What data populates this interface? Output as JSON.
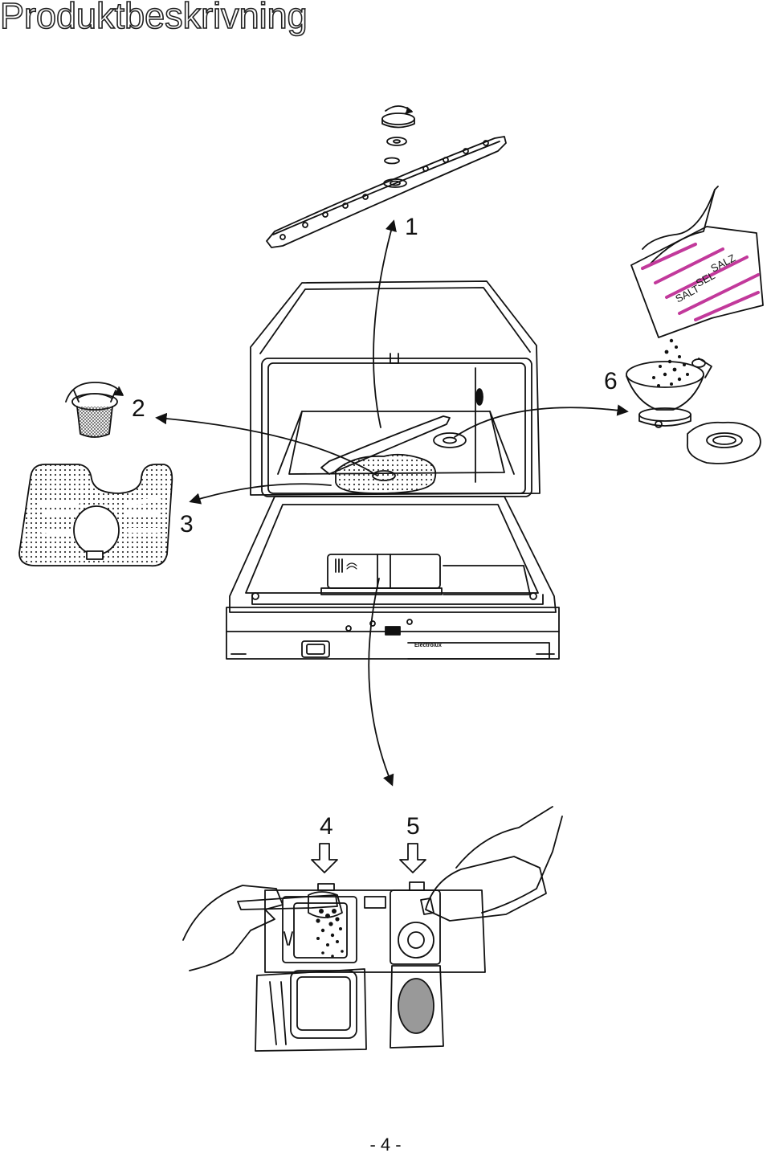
{
  "header": {
    "title": "Produktbeskrivning"
  },
  "callouts": {
    "c1": "1",
    "c2": "2",
    "c3": "3",
    "c4": "4",
    "c5": "5",
    "c6": "6"
  },
  "salt_bag": {
    "line1": "SALT",
    "line2": "SEL",
    "line3": "SALZ"
  },
  "control_panel": {
    "brand": "Electrolux"
  },
  "footer": {
    "page": "- 4 -"
  },
  "colors": {
    "ink": "#111111",
    "salt_stripe": "#c2399b",
    "dot_pattern": "#555555"
  }
}
